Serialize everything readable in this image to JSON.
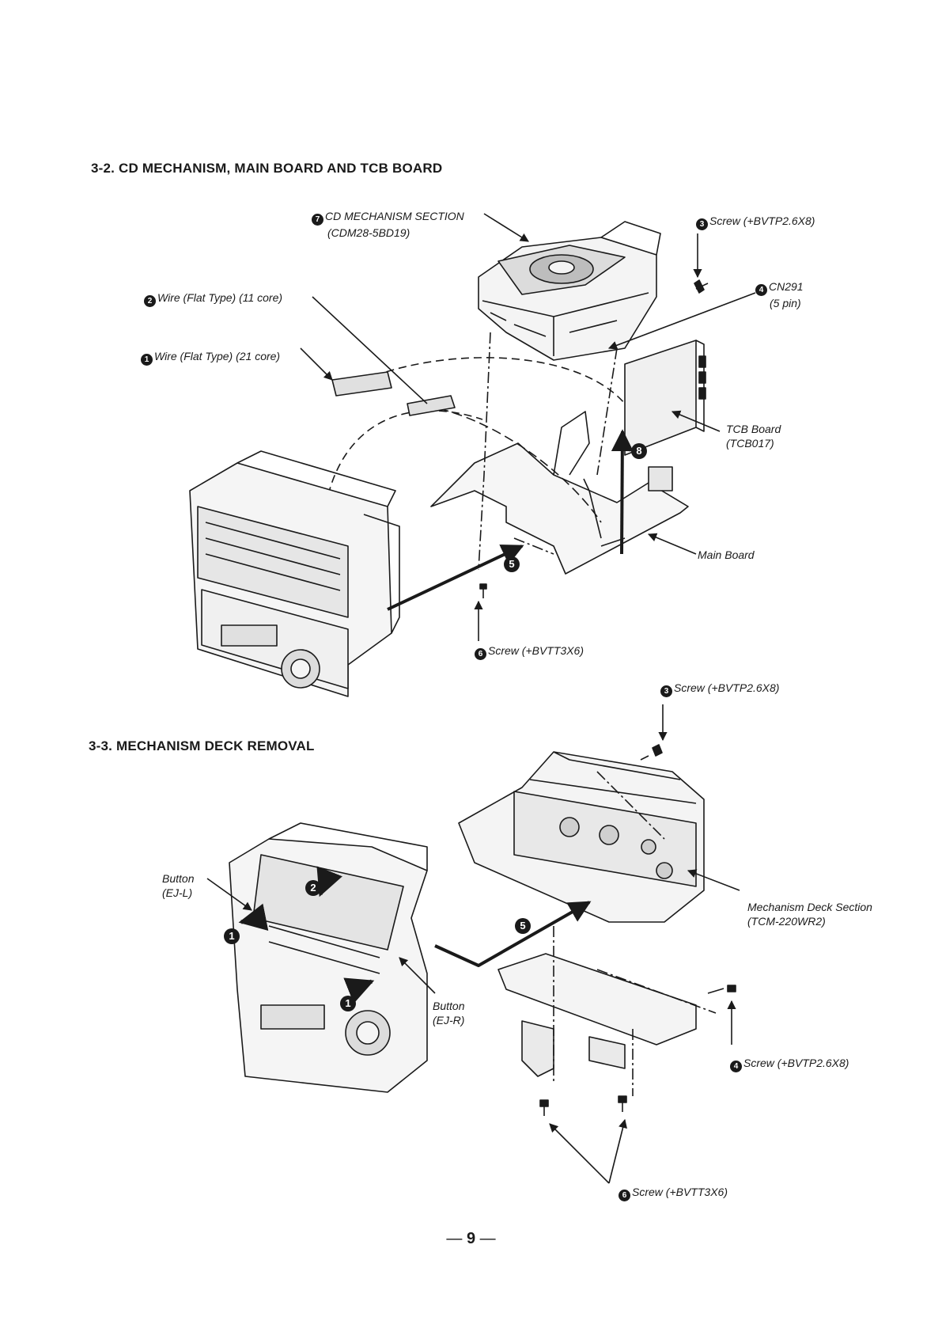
{
  "page": {
    "number": "9"
  },
  "section_cd": {
    "heading": "3-2. CD MECHANISM, MAIN BOARD AND TCB BOARD",
    "labels": {
      "cd_mech_num": "7",
      "cd_mech_line1": "CD MECHANISM SECTION",
      "cd_mech_line2": "(CDM28-5BD19)",
      "screw3_num": "3",
      "screw3": "Screw (+BVTP2.6X8)",
      "wire11_num": "2",
      "wire11": "Wire (Flat Type) (11 core)",
      "cn291_num": "4",
      "cn291_line1": "CN291",
      "cn291_line2": "(5 pin)",
      "wire21_num": "1",
      "wire21": "Wire (Flat Type) (21 core)",
      "tcb_line1": "TCB Board",
      "tcb_line2": "(TCB017)",
      "main_board": "Main Board",
      "screw6_num": "6",
      "screw6": "Screw (+BVTT3X6)",
      "step8": "8",
      "step5": "5"
    }
  },
  "section_deck": {
    "heading": "3-3. MECHANISM DECK REMOVAL",
    "labels": {
      "screw3_num": "3",
      "screw3": "Screw (+BVTP2.6X8)",
      "btn_l_line1": "Button",
      "btn_l_line2": "(EJ-L)",
      "mech_line1": "Mechanism Deck Section",
      "mech_line2": "(TCM-220WR2)",
      "btn_r_line1": "Button",
      "btn_r_line2": "(EJ-R)",
      "screw4_num": "4",
      "screw4": "Screw (+BVTP2.6X8)",
      "screw6_num": "6",
      "screw6": "Screw (+BVTT3X6)",
      "step1a": "1",
      "step1b": "1",
      "step2": "2",
      "step5": "5"
    }
  }
}
